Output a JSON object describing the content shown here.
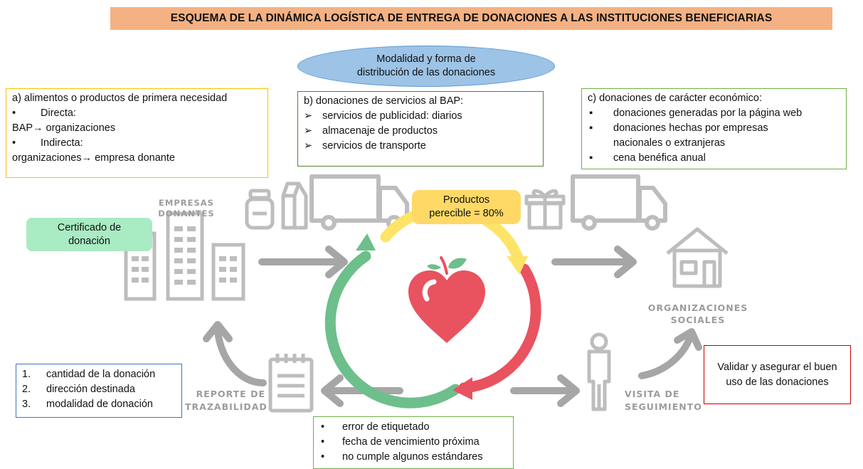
{
  "title": "ESQUEMA DE LA DINÁMICA LOGÍSTICA DE ENTREGA DE DONACIONES A LAS INSTITUCIONES BENEFICIARIAS",
  "modalidad": {
    "line1": "Modalidad  y forma de",
    "line2": "distribución de las donaciones"
  },
  "box_a": {
    "line1": "a) alimentos o productos de primera necesidad",
    "bullet": "•",
    "directa": "Directa:",
    "directa_flow": "BAP→ organizaciones",
    "indirecta": "Indirecta:",
    "indirecta_flow": "organizaciones→ empresa donante"
  },
  "box_b": {
    "title": "b) donaciones de servicios al BAP:",
    "bullet": "➢",
    "items": [
      "servicios de publicidad: diarios",
      "almacenaje de productos",
      "servicios de transporte"
    ]
  },
  "box_c": {
    "title": "c) donaciones de carácter económico:",
    "bullet": "▪",
    "item1": "donaciones generadas por la página web",
    "item2_line1": "donaciones hechas por empresas",
    "item2_line2": "nacionales o extranjeras",
    "item3": "cena benéfica anual"
  },
  "empresas": {
    "line1": "EMPRESAS",
    "line2": "DONANTES"
  },
  "certificado": {
    "line1": "Certificado de",
    "line2": "donación"
  },
  "productos": {
    "line1": "Productos",
    "line2": "perecible = 80%"
  },
  "organizaciones": {
    "line1": "ORGANIZACIONES",
    "line2": "SOCIALES"
  },
  "reporte": {
    "line1": "REPORTE DE",
    "line2": "TRAZABILIDAD"
  },
  "visita": {
    "line1": "VISITA DE",
    "line2": "SEGUIMIENTO"
  },
  "list_reporte": {
    "items": [
      {
        "num": "1.",
        "text": "cantidad de la donación"
      },
      {
        "num": "2.",
        "text": "dirección destinada"
      },
      {
        "num": "3.",
        "text": "modalidad de donación"
      }
    ]
  },
  "list_errores": {
    "bullet": "•",
    "items": [
      "error de etiquetado",
      "fecha de vencimiento próxima",
      "no cumple algunos estándares"
    ]
  },
  "validar": {
    "line1": "Validar y asegurar el buen",
    "line2": "uso de las donaciones"
  },
  "colors": {
    "title_bg": "#f4b183",
    "ellipse_bg": "#9dc3e6",
    "icon_gray": "#bdbdbd",
    "arrow_gray": "#a6a6a6",
    "cycle_yellow": "#fde467",
    "cycle_red": "#e9525f",
    "cycle_green": "#6dbf8b"
  }
}
